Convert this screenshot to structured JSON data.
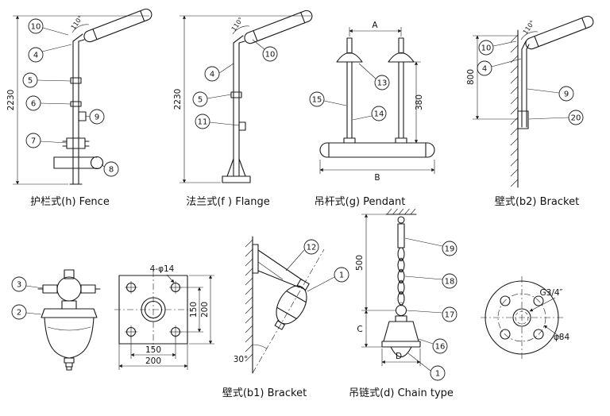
{
  "sheet": {
    "figures": {
      "fence": {
        "caption": "护栏式(h) Fence",
        "height": "2230",
        "angle": "110°",
        "callouts": [
          "10",
          "4",
          "5",
          "6",
          "9",
          "7",
          "8"
        ]
      },
      "flange": {
        "caption": "法兰式(f ) Flange",
        "height": "2230",
        "angle": "110°",
        "callouts": [
          "10",
          "4",
          "5",
          "11"
        ]
      },
      "pendant": {
        "caption": "吊杆式(g) Pendant",
        "dim_a": "A",
        "dim_b": "B",
        "dim_drop": "380",
        "callouts": [
          "13",
          "14",
          "15"
        ]
      },
      "bracket_b2": {
        "caption": "壁式(b2) Bracket",
        "height": "800",
        "angle": "110°",
        "callouts": [
          "10",
          "4",
          "9",
          "20"
        ]
      },
      "lamp_detail": {
        "callouts": [
          "3",
          "2"
        ]
      },
      "plate": {
        "holes": "4-φ14",
        "inner_v": "150",
        "outer_v": "200",
        "inner_h": "150",
        "outer_h": "200"
      },
      "bracket_b1": {
        "caption": "壁式(b1) Bracket",
        "angle": "30°",
        "callouts": [
          "12",
          "1"
        ]
      },
      "chain": {
        "caption": "吊链式(d) Chain type",
        "height": "500",
        "dim_c": "C",
        "dim_d": "D",
        "callouts": [
          "19",
          "18",
          "17",
          "16",
          "1"
        ]
      },
      "flange_detail": {
        "thread": "G3/4″",
        "bolt_circle": "φ84"
      }
    },
    "colors": {
      "ink": "#1a1a1a",
      "background": "#ffffff"
    }
  }
}
